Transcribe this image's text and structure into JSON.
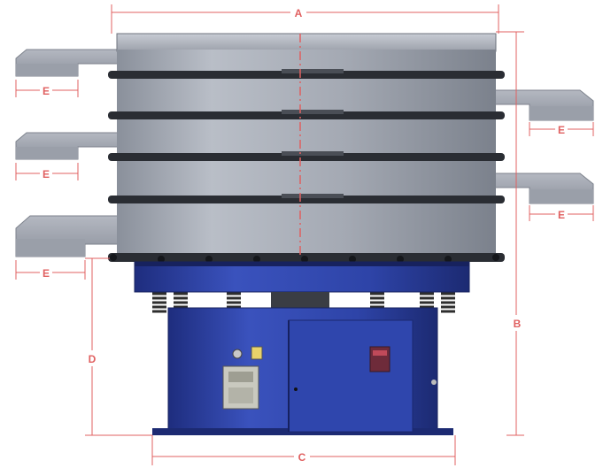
{
  "colors": {
    "dimension": "#e06060",
    "steel_light": "#bfc3cc",
    "steel_mid": "#9298a4",
    "steel_dark": "#6b717c",
    "ring": "#2a2d33",
    "base_blue": "#2b3f9e",
    "base_blue_dark": "#1c2a72",
    "base_blue_light": "#3c55c4",
    "spring": "#3a3a3a",
    "background": "#ffffff"
  },
  "dimensions": {
    "overall_diameter": "A",
    "overall_height": "B",
    "base_width": "C",
    "base_height": "D",
    "outlet_left_1": "E",
    "outlet_left_2": "E",
    "outlet_left_3": "E",
    "outlet_right_1": "E",
    "outlet_right_2": "E"
  },
  "icons": {
    "control_panel": "control-panel-icon",
    "warning_label": "warning-label-icon",
    "nameplate": "nameplate-icon"
  }
}
